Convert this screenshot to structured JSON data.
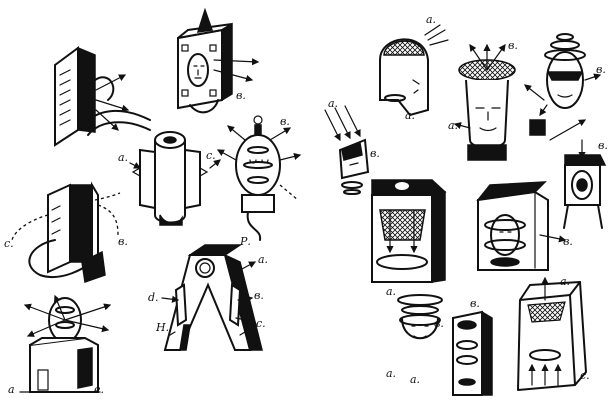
{
  "colors": {
    "ink": "#111111",
    "paper": "#ffffff"
  },
  "labels": {
    "fig2_b": "в.",
    "fig3_a": "а.",
    "fig3_c": "с.",
    "fig4_b": "в.",
    "fig5_c": "с.",
    "fig5_b": "в.",
    "fig6_a": "а",
    "fig6_e": "е.",
    "fig7_p": "Р.",
    "fig7_a": "а.",
    "fig7_d": "d.",
    "fig7_b": "в.",
    "fig7_c": "с.",
    "fig7_h": "Н.",
    "r1_a": "а.",
    "r2_b": "в.",
    "r3_a": "а.",
    "r4_b": "в.",
    "r5_a": "а.",
    "r5_b": "в.",
    "r6_b": "в.",
    "r7_a": "а.",
    "r8_b": "в.",
    "r9_a": "а.",
    "r9_b": "в.",
    "r10_a": "а.",
    "r11_a": "а.",
    "r11_b": "в.",
    "r12_a": "а.",
    "r12_c": "с."
  }
}
